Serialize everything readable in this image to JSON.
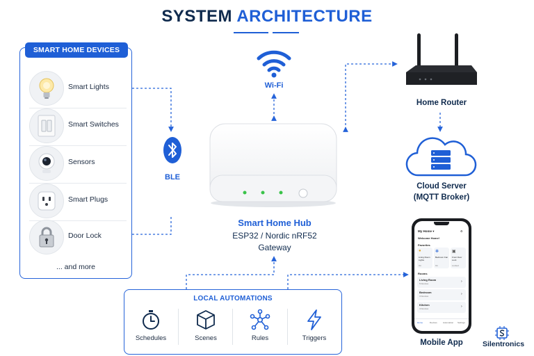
{
  "title": {
    "part1": "SYSTEM",
    "part2": "ARCHITECTURE"
  },
  "devices": {
    "heading": "SMART HOME DEVICES",
    "items": [
      {
        "label": "Smart Lights",
        "icon": "light-bulb-icon"
      },
      {
        "label": "Smart Switches",
        "icon": "light-switch-icon"
      },
      {
        "label": "Sensors",
        "icon": "camera-sensor-icon"
      },
      {
        "label": "Smart Plugs",
        "icon": "smart-plug-icon"
      },
      {
        "label": "Door Lock",
        "icon": "padlock-icon"
      }
    ],
    "more": "... and more"
  },
  "ble": {
    "label": "BLE",
    "icon": "bluetooth-icon"
  },
  "wifi": {
    "label": "Wi-Fi",
    "icon": "wifi-icon"
  },
  "hub": {
    "name": "Smart Home Hub",
    "chip": "ESP32 / Nordic nRF52",
    "role": "Gateway"
  },
  "router": {
    "label": "Home Router"
  },
  "cloud": {
    "line1": "Cloud Server",
    "line2": "(MQTT Broker)"
  },
  "mobile": {
    "label": "Mobile App",
    "screen": {
      "header": "My Home ▾",
      "welcome": "Welcome Home!",
      "favorites_label": "Favorites",
      "favorites": [
        {
          "name": "Living Room Lights",
          "state": "On"
        },
        {
          "name": "Bedroom Fan",
          "state": "On"
        },
        {
          "name": "Front Door Lock",
          "state": "Locked"
        }
      ],
      "rooms_label": "Rooms",
      "rooms": [
        {
          "name": "Living Room",
          "devices": "5 Devices"
        },
        {
          "name": "Bedroom",
          "devices": "3 Devices"
        },
        {
          "name": "Kitchen",
          "devices": "4 Devices"
        }
      ],
      "nav": [
        "Home",
        "Devices",
        "Automation",
        "Settings"
      ]
    }
  },
  "automations": {
    "heading": "LOCAL AUTOMATIONS",
    "items": [
      {
        "label": "Schedules",
        "icon": "stopwatch-icon"
      },
      {
        "label": "Scenes",
        "icon": "cube-icon"
      },
      {
        "label": "Rules",
        "icon": "network-nodes-icon"
      },
      {
        "label": "Triggers",
        "icon": "lightning-bolt-icon"
      }
    ]
  },
  "brand": {
    "name": "Silentronics",
    "icon": "chip-logo-icon"
  },
  "colors": {
    "accent": "#1f5fd6",
    "navy": "#0f2a4d",
    "connector": "#2563d9"
  }
}
